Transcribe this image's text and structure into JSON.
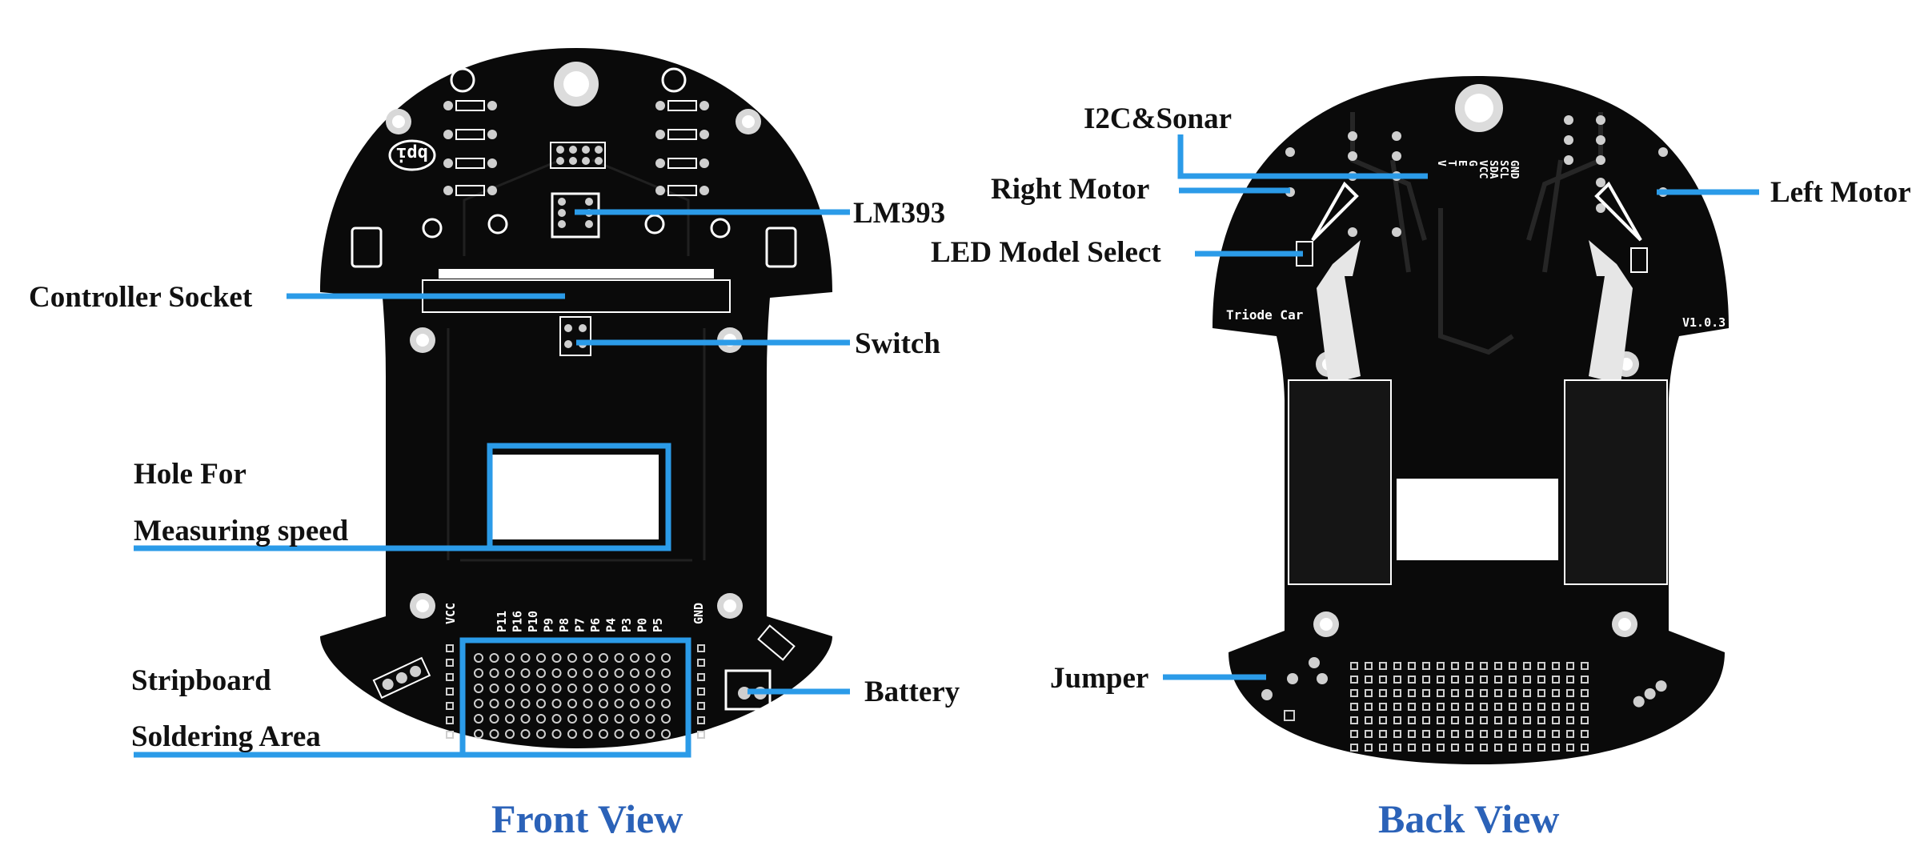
{
  "colors": {
    "pcb": "#0a0a0a",
    "pcb_trace": "#1c1c1c",
    "silkscreen": "#ffffff",
    "pad": "#cfcfcf",
    "callout_line": "#2b9be8",
    "view_title": "#2b62b8",
    "label_text": "#111111"
  },
  "front": {
    "title": "Front View",
    "labels": {
      "controller_socket": "Controller Socket",
      "lm393": "LM393",
      "switch": "Switch",
      "hole_line1": "Hole For",
      "hole_line2": "Measuring speed",
      "stripboard_line1": "Stripboard",
      "stripboard_line2": "Soldering Area",
      "battery": "Battery"
    },
    "silkscreen": {
      "logo": "bpi",
      "vcc": "VCC",
      "gnd": "GND",
      "pins": [
        "P11",
        "P16",
        "P10",
        "P9",
        "P8",
        "P7",
        "P6",
        "P4",
        "P3",
        "P0",
        "P5"
      ]
    }
  },
  "back": {
    "title": "Back View",
    "labels": {
      "i2c_sonar": "I2C&Sonar",
      "right_motor": "Right Motor",
      "left_motor": "Left Motor",
      "led_model_select": "LED Model Select",
      "jumper": "Jumper"
    },
    "silkscreen": {
      "name": "Triode Car",
      "version": "V1.0.3",
      "header_pins": [
        "GND",
        "SCL",
        "SDA",
        "VCC",
        "G",
        "E",
        "T",
        "V"
      ]
    }
  }
}
